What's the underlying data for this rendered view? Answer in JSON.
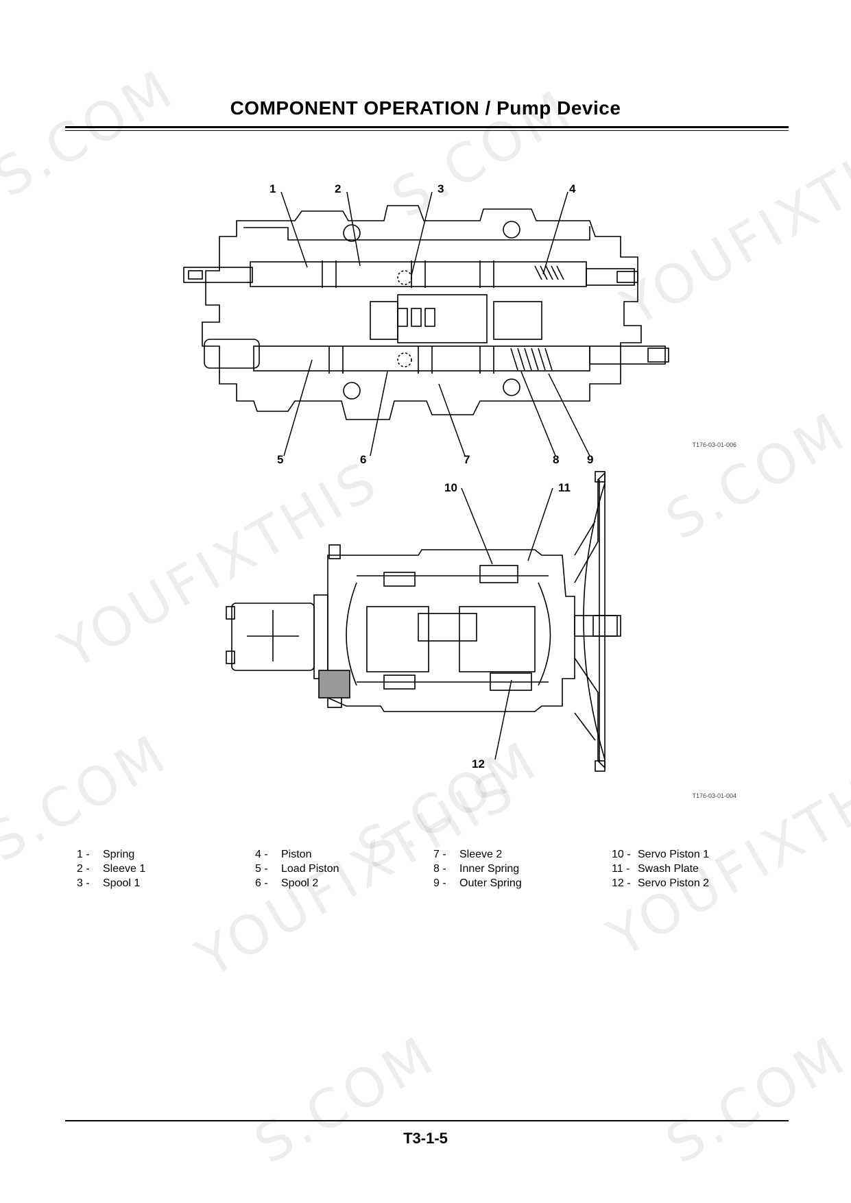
{
  "header": {
    "title": "COMPONENT OPERATION / Pump Device"
  },
  "figures": {
    "fig1_id": "T176-03-01-006",
    "fig2_id": "T176-03-01-004",
    "fig1_callouts": [
      "1",
      "2",
      "3",
      "4",
      "5",
      "6",
      "7",
      "8",
      "9"
    ],
    "fig2_callouts": [
      "10",
      "11",
      "12"
    ]
  },
  "legend": {
    "columns": [
      [
        {
          "num": "1 -",
          "label": "Spring"
        },
        {
          "num": "2 -",
          "label": "Sleeve 1"
        },
        {
          "num": "3 -",
          "label": "Spool 1"
        }
      ],
      [
        {
          "num": "4 -",
          "label": "Piston"
        },
        {
          "num": "5 -",
          "label": "Load Piston"
        },
        {
          "num": "6 -",
          "label": "Spool 2"
        }
      ],
      [
        {
          "num": "7 -",
          "label": "Sleeve 2"
        },
        {
          "num": "8 -",
          "label": "Inner Spring"
        },
        {
          "num": "9 -",
          "label": "Outer Spring"
        }
      ],
      [
        {
          "num": "10 -",
          "label": "Servo Piston 1"
        },
        {
          "num": "11 -",
          "label": "Swash Plate"
        },
        {
          "num": "12 -",
          "label": "Servo Piston 2"
        }
      ]
    ]
  },
  "footer": {
    "page_number": "T3-1-5"
  },
  "watermark": {
    "text_com": "S.COM",
    "text_youfix": "YOUFIXTHIS"
  }
}
